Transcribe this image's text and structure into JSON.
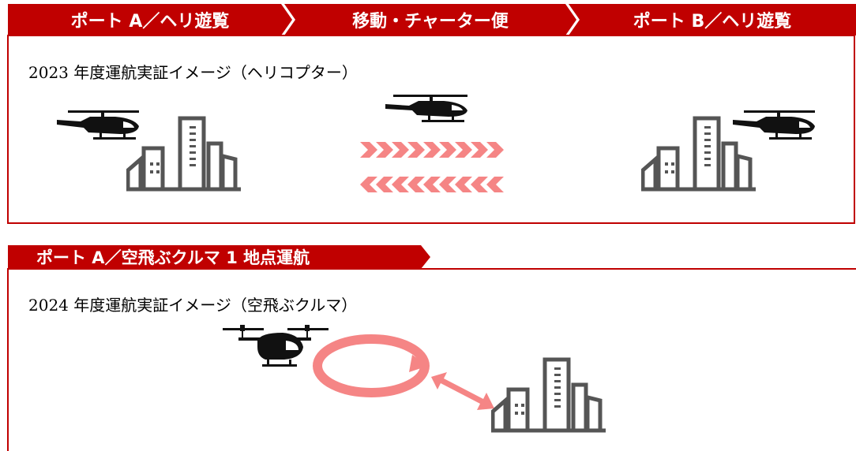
{
  "flow": {
    "step1": "ポート A／ヘリ遊覧",
    "step2": "移動・チャーター便",
    "step3": "ポート B／ヘリ遊覧"
  },
  "section1": {
    "caption": "2023 年度運航実証イメージ（ヘリコプター）"
  },
  "section2": {
    "header": "ポート A／空飛ぶクルマ 1 地点運航",
    "caption": "2024 年度運航実証イメージ（空飛ぶクルマ）"
  },
  "colors": {
    "brand": "#c00000",
    "accent": "#f58585",
    "icon": "#555555"
  }
}
